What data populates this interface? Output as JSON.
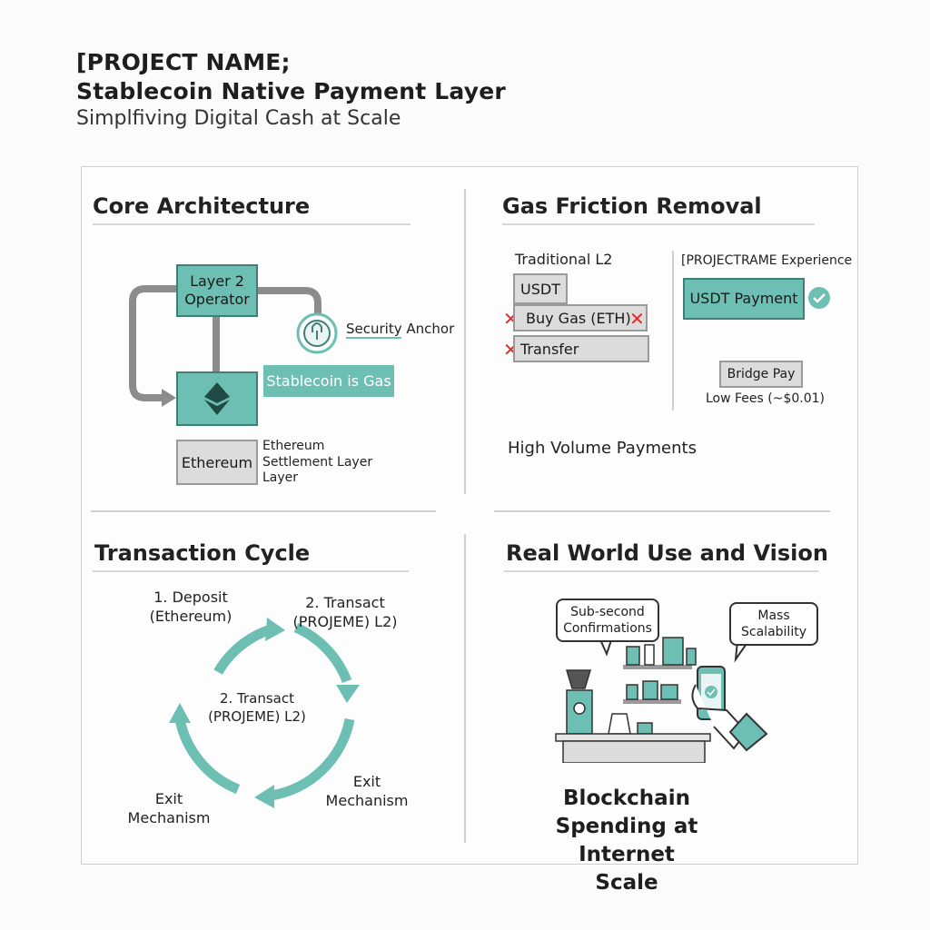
{
  "header": {
    "line1": "[PROJECT NAME;",
    "line2": "Stablecoin Native Payment Layer",
    "tagline": "Simplfiving Digital Cash at Scale"
  },
  "core": {
    "title": "Core Architecture",
    "l2_operator": "Layer 2 Operator",
    "security_anchor": "Security Anchor",
    "stablecoin_gas": "Stablecoin is Gas",
    "ethereum_box": "Ethereum",
    "ethereum_desc": "Ethereum Settlement Layer Layer"
  },
  "gas": {
    "title": "Gas Friction Removal",
    "traditional": "Traditional L2",
    "usdt": "USDT",
    "buy_gas": "Buy Gas (ETH)",
    "transfer": "Transfer",
    "project_exp": "[PROJECTRAME Experience",
    "usdt_payment": "USDT Payment",
    "bridge_pay": "Bridge Pay",
    "low_fees": "Low Fees (~$0.01)",
    "high_volume": "High Volume Payments"
  },
  "cycle": {
    "title": "Transaction Cycle",
    "deposit": "1. Deposit (Ethereum)",
    "transact_top": "2. Transact (PROJEME) L2)",
    "transact_center": "2. Transact (PROJEME) L2)",
    "exit_right": "Exit Mechanism",
    "exit_left": "Exit Mechanism"
  },
  "vision": {
    "title": "Real World Use and Vision",
    "bubble_left": "Sub-second Confirmations",
    "bubble_right": "Mass Scalability",
    "headline": "Blockchain Spending at Internet Scale"
  },
  "colors": {
    "teal": "#6dbfb3",
    "teal_dark": "#3f7f77",
    "red_x": "#e02b2b",
    "gray_box": "#dcdcdc"
  },
  "icons": [
    "padlock-icon",
    "ethereum-icon",
    "checkmark-icon",
    "cross-icon",
    "smartphone-icon",
    "coffee-grinder-icon"
  ]
}
